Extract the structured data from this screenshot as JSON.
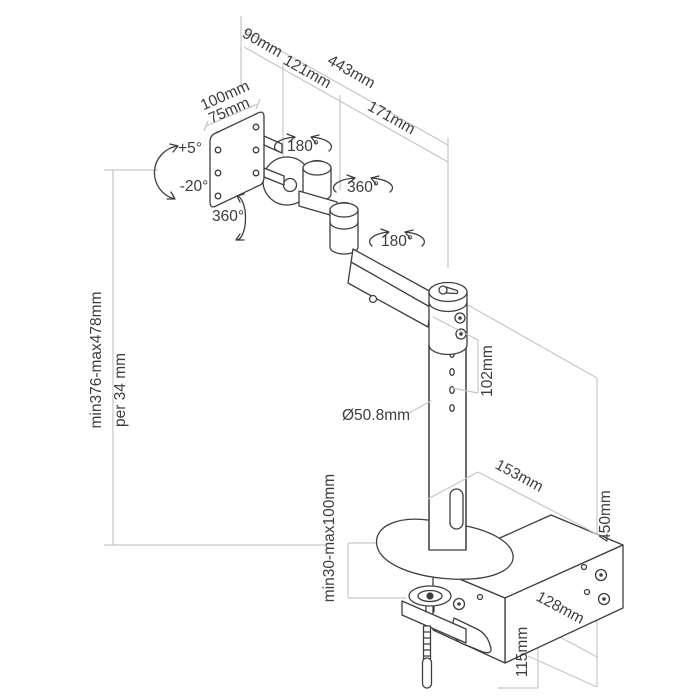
{
  "drawing": {
    "kind": "isometric technical dimension drawing",
    "subject": "desk-clamp monitor arm"
  },
  "colors": {
    "line": "#3e3e3e",
    "dim": "#c6c6c6",
    "text": "#3d3d3d",
    "bg": "#ffffff"
  },
  "labels": {
    "reach_total": "443mm",
    "seg_vesa": "90mm",
    "seg_link1": "121mm",
    "seg_link2": "171mm",
    "vesa_width": "100mm",
    "vesa_holes": "75mm",
    "tilt_up": "+5°",
    "tilt_down": "-20°",
    "rotate_vesa": "360°",
    "swivel_joint1": "180°",
    "rotate_arm": "360°",
    "swivel_pole": "180°",
    "pole_segment": "102mm",
    "pole_diameter": "Ø50.8mm",
    "height_range": "min376-max478mm",
    "height_step": "per 34 mm",
    "clamp_range": "min30-max100mm",
    "base_depth": "153mm",
    "base_width": "128mm",
    "clamp_height": "115mm",
    "column_height": "450mm"
  }
}
